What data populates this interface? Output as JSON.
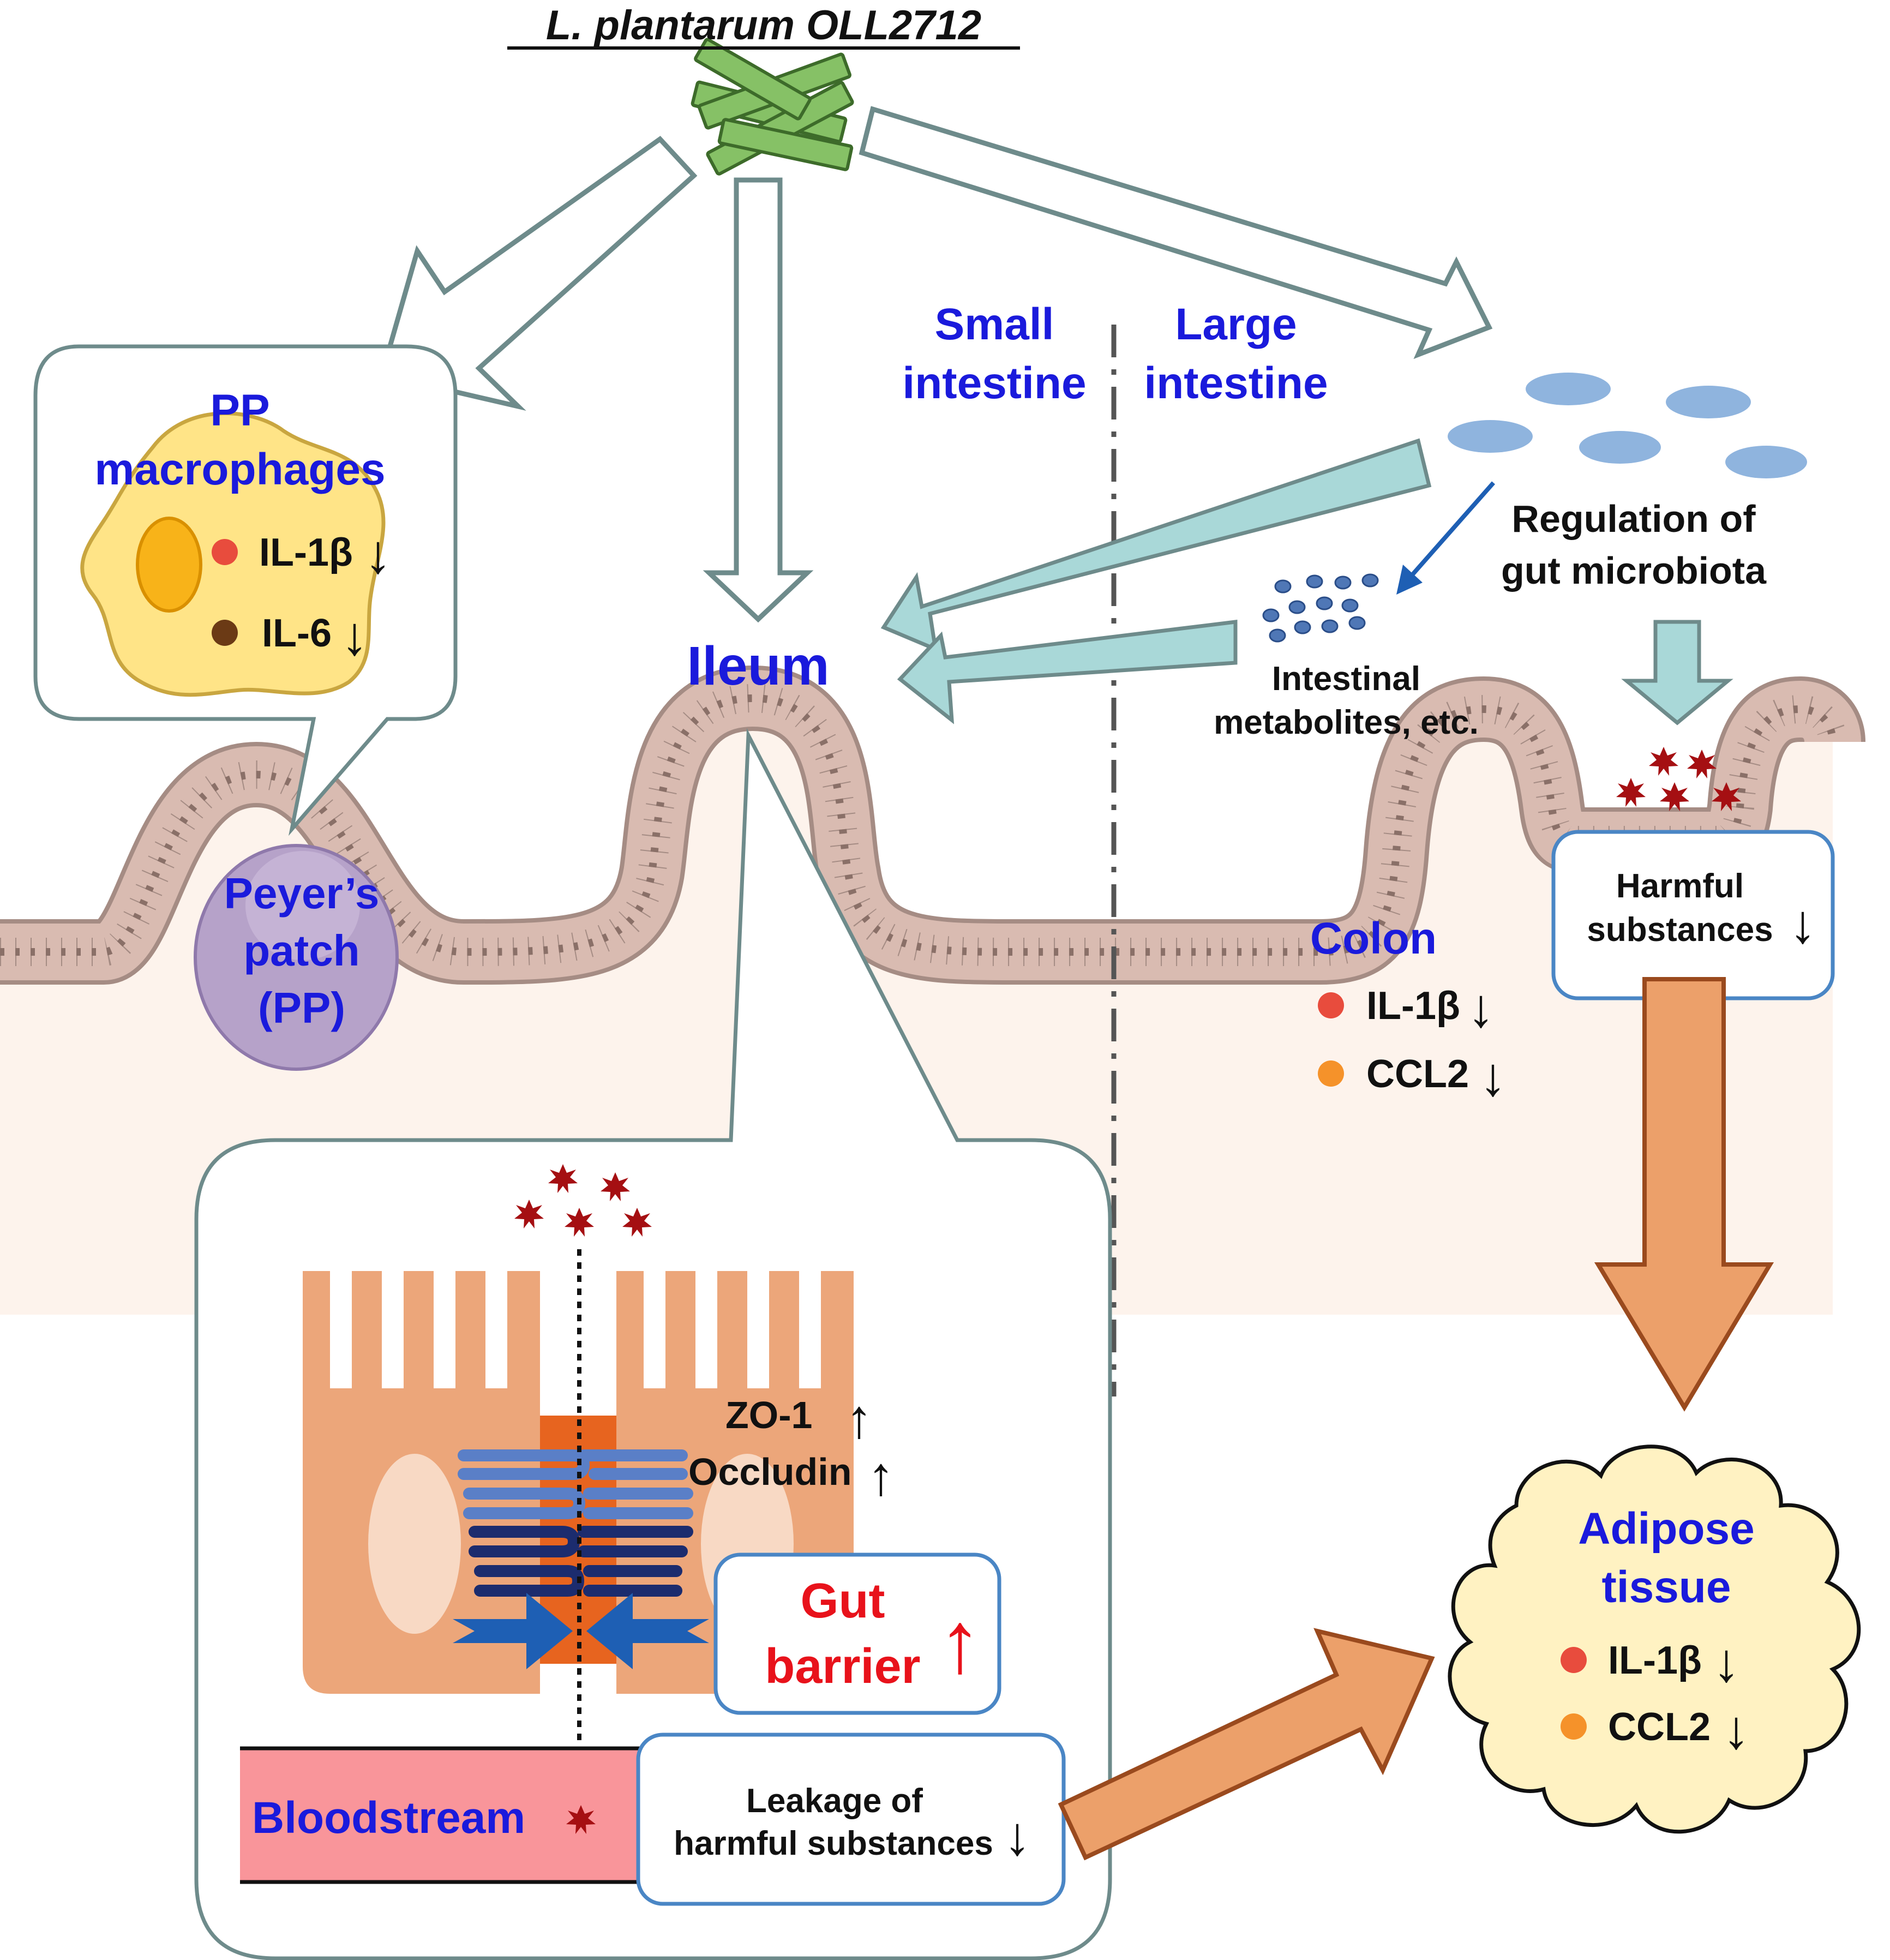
{
  "title": "L. plantarum OLL2712",
  "colors": {
    "label_blue": "#1a1adc",
    "gut_red": "#e8121b",
    "dot_red": "#e84c3d",
    "dot_brown": "#6b3a15",
    "dot_orange": "#f5922a",
    "teal_arrow": "#a9d8d8",
    "orange_arrow": "#eca06a",
    "tissue_fill": "#fdf3ec",
    "epithelium": "#d9bbb1",
    "macrophage": "#ffe487",
    "peyers_patch": "#b6a2c9",
    "bloodstream": "#f9959a",
    "adipose": "#fff2c2",
    "microbe": "#8fb4de",
    "bacteria": "#86c166",
    "cell_orange": "#eca67a"
  },
  "regions": {
    "small_intestine": [
      "Small",
      "intestine"
    ],
    "large_intestine": [
      "Large",
      "intestine"
    ]
  },
  "pp_box": {
    "title": [
      "PP",
      "macrophages"
    ],
    "items": [
      {
        "label": "IL-1β",
        "arrow": "↓",
        "dot": "red"
      },
      {
        "label": "IL-6",
        "arrow": "↓",
        "dot": "brown"
      }
    ]
  },
  "peyers_patch": [
    "Peyer’s",
    "patch",
    "(PP)"
  ],
  "ileum": "Ileum",
  "colon": {
    "title": "Colon",
    "items": [
      {
        "label": "IL-1β",
        "arrow": "↓",
        "dot": "red"
      },
      {
        "label": "CCL2",
        "arrow": "↓",
        "dot": "orange"
      }
    ]
  },
  "microbiota": [
    "Regulation of",
    "gut microbiota"
  ],
  "metabolites": [
    "Intestinal",
    "metabolites, etc."
  ],
  "harmful": {
    "lines": [
      "Harmful",
      "substances"
    ],
    "arrow": "↓"
  },
  "zoom": {
    "zo1": {
      "label": "ZO-1",
      "arrow": "↑"
    },
    "occludin": {
      "label": "Occludin",
      "arrow": "↑"
    },
    "gut_barrier": {
      "lines": [
        "Gut",
        "barrier"
      ],
      "arrow": "↑"
    },
    "bloodstream": "Bloodstream",
    "leakage": {
      "lines": [
        "Leakage of",
        "harmful substances"
      ],
      "arrow": "↓"
    }
  },
  "adipose": {
    "title": [
      "Adipose",
      "tissue"
    ],
    "items": [
      {
        "label": "IL-1β",
        "arrow": "↓",
        "dot": "red"
      },
      {
        "label": "CCL2",
        "arrow": "↓",
        "dot": "orange"
      }
    ]
  }
}
